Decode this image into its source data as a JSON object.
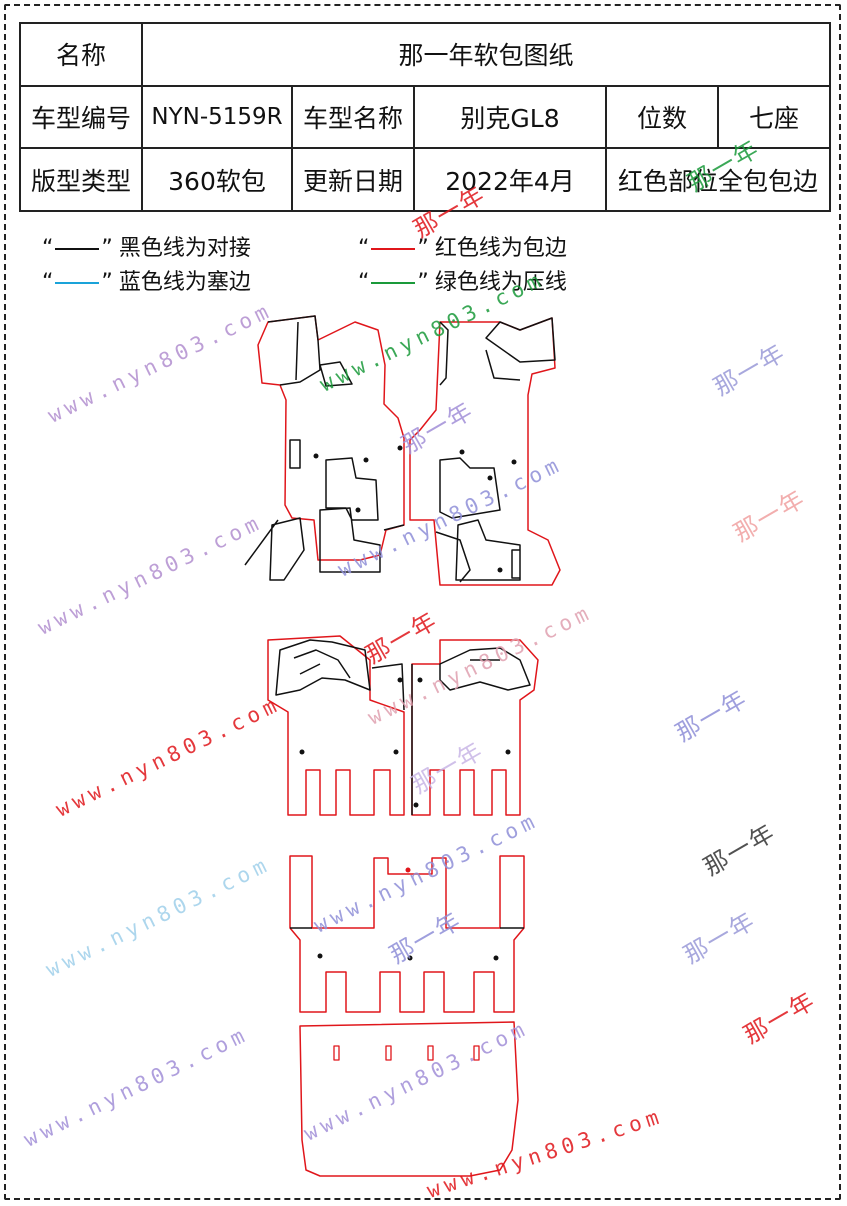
{
  "table": {
    "r1": {
      "name_label": "名称",
      "name_value": "那一年软包图纸"
    },
    "r2": {
      "model_code_label": "车型编号",
      "model_code": "NYN-5159R",
      "model_name_label": "车型名称",
      "model_name": "别克GL8",
      "seats_label": "位数",
      "seats": "七座"
    },
    "r3": {
      "type_label": "版型类型",
      "type": "360软包",
      "date_label": "更新日期",
      "date": "2022年4月",
      "note": "红色部位全包包边"
    }
  },
  "legend": [
    {
      "quote_open": "“",
      "quote_close": "”",
      "text": "黑色线为对接",
      "color": "#111111"
    },
    {
      "quote_open": "“",
      "quote_close": "”",
      "text": "红色线为包边",
      "color": "#e0161b"
    },
    {
      "quote_open": "“",
      "quote_close": "”",
      "text": "蓝色线为塞边",
      "color": "#1aa3d9"
    },
    {
      "quote_open": "“",
      "quote_close": "”",
      "text": "绿色线为压线",
      "color": "#1a9a3a"
    }
  ],
  "watermarks": {
    "site": "www.nyn803.com",
    "brand": "那一年"
  },
  "colors": {
    "cut_line": "#e0161b",
    "join_line": "#111111",
    "site_wm": "#b28fd0",
    "brand_wm": "#c8b6e6"
  }
}
